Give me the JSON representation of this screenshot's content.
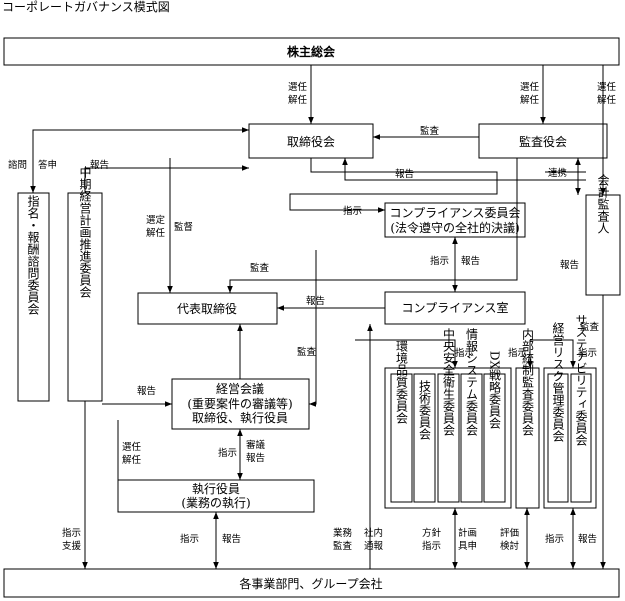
{
  "title": "コーポレートガバナンス模式図",
  "boxes": {
    "shareholders": "株主総会",
    "board": "取締役会",
    "auditors": "監査役会",
    "accounting_auditor": "会計監査人",
    "nomination": "指名・報酬諮問委員会",
    "midterm": "中期経営計画推進委員会",
    "compliance_committee_1": "コンプライアンス委員会",
    "compliance_committee_2": "(法令遵守の全社的決議)",
    "compliance_office": "コンプライアンス室",
    "representative": "代表取締役",
    "mgmt_meeting_1": "経営会議",
    "mgmt_meeting_2": "(重要案件の審議等)",
    "mgmt_meeting_3": "取締役、執行役員",
    "officers_1": "執行役員",
    "officers_2": "(業務の執行)",
    "env_quality": "環境品質委員会",
    "tech": "技術委員会",
    "safety": "中央安全衛生委員会",
    "info_system": "情報システム委員会",
    "dx": "DX戦略委員会",
    "internal_control": "内部統制監査委員会",
    "risk": "経営リスク管理委員会",
    "sustainability": "サステナビリティ委員会",
    "departments": "各事業部門、グループ会社"
  },
  "labels": {
    "elect": "選任",
    "dismiss": "解任",
    "audit": "監査",
    "report": "報告",
    "cooperate": "連携",
    "consult": "諮問",
    "answer": "答申",
    "select": "選定",
    "supervise": "監督",
    "instruct": "指示",
    "deliberate": "審議",
    "support": "支援",
    "business": "業務",
    "internal": "社内",
    "notify": "通報",
    "policy": "方針",
    "plan": "計画",
    "propose": "具申",
    "evaluate": "評価",
    "review": "検討"
  }
}
